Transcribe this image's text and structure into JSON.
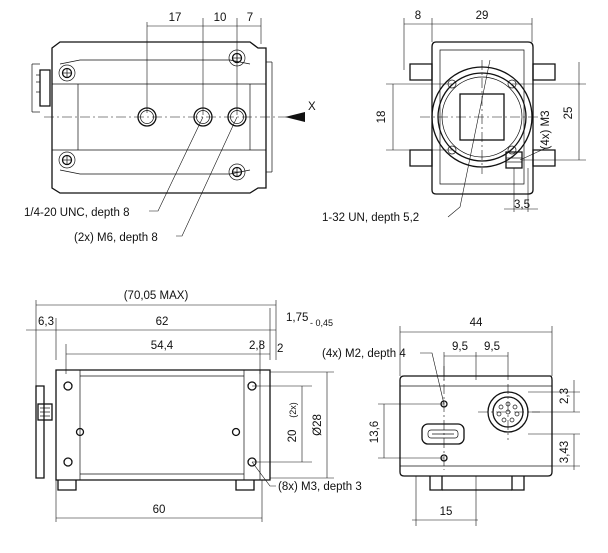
{
  "top_view": {
    "dims": {
      "d17": "17",
      "d10": "10",
      "d7": "7"
    },
    "axis_label": "X",
    "callout_thread": "1/4-20 UNC, depth 8",
    "callout_m6": "(2x) M6, depth 8"
  },
  "front_view": {
    "dims": {
      "d8": "8",
      "d29": "29",
      "d18": "18",
      "d25": "25",
      "d35": "3,5"
    },
    "m3_label": "(4x) M3",
    "callout_mount": "1-32 UN, depth 5,2"
  },
  "side_view": {
    "dims": {
      "max_length": "(70,05 MAX)",
      "d63": "6,3",
      "d62": "62",
      "d175": "1,75",
      "d175_tol": "- 0,45",
      "d544": "54,4",
      "d28": "2,8",
      "d2": "2",
      "d20": "20",
      "d20_count": "(2x)",
      "dia28": "Ø28",
      "d60": "60"
    },
    "callout_m3": "(8x) M3, depth 3"
  },
  "rear_view": {
    "dims": {
      "d44": "44",
      "d95a": "9,5",
      "d95b": "9,5",
      "d136": "13,6",
      "d23": "2,3",
      "d343": "3,43",
      "d15": "15"
    },
    "callout_m2": "(4x) M2, depth 4"
  }
}
